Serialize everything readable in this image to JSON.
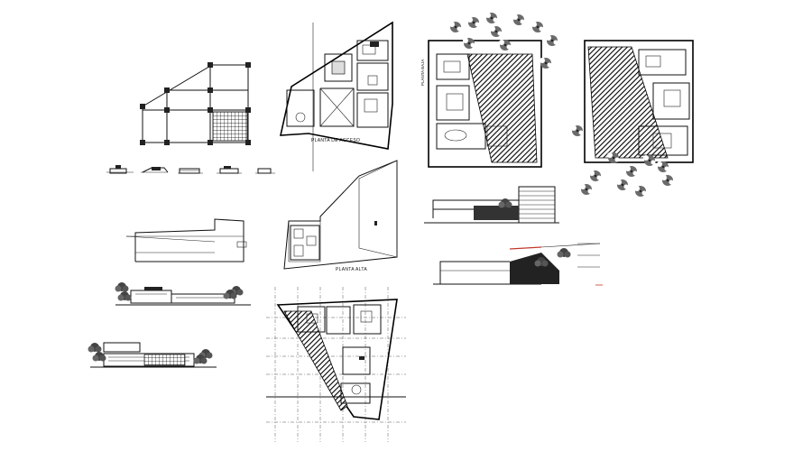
{
  "drawing": {
    "title_upper_floor": "PLANTA DE ACCESO",
    "title_ground_floor": "PLANTA ALTA",
    "title_rotated": "PLANTA BAJA"
  },
  "colors": {
    "line": "#111111",
    "hatch": "#000000",
    "tree": "#6b6b6b",
    "accent": "#c0392b",
    "background": "#ffffff"
  }
}
